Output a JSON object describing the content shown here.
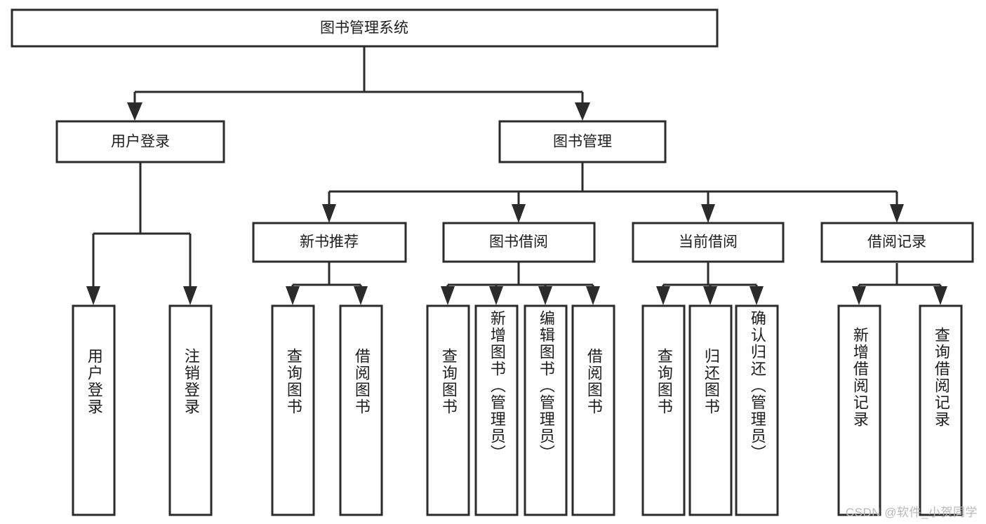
{
  "diagram": {
    "title": "图书管理系统",
    "watermark": "CSDN @软件_小贺同学",
    "colors": {
      "box_stroke": "#2b2b2b",
      "box_fill": "#ffffff",
      "text": "#1d1d1d",
      "background": "#ffffff",
      "watermark": "#b9b9b9"
    },
    "levels": {
      "root": "图书管理系统",
      "level2": [
        "用户登录",
        "图书管理"
      ],
      "level3": [
        "新书推荐",
        "图书借阅",
        "当前借阅",
        "借阅记录"
      ],
      "level4": [
        "用户登录",
        "注销登录",
        "查询图书",
        "借阅图书",
        "查询图书",
        "新增图书（管理员）",
        "编辑图书（管理员）",
        "借阅图书",
        "查询图书",
        "归还图书",
        "确认归还（管理员）",
        "新增借阅记录",
        "查询借阅记录"
      ]
    },
    "nodes": {
      "root": {
        "label": "图书管理系统"
      },
      "user_login": {
        "label": "用户登录"
      },
      "book_manage": {
        "label": "图书管理"
      },
      "new_book_rec": {
        "label": "新书推荐"
      },
      "book_borrow": {
        "label": "图书借阅"
      },
      "current_borrow": {
        "label": "当前借阅"
      },
      "borrow_record": {
        "label": "借阅记录"
      },
      "leaf_user_login": {
        "label": "用户登录"
      },
      "leaf_logout": {
        "label": "注销登录"
      },
      "leaf_query_book_1": {
        "label": "查询图书"
      },
      "leaf_borrow_book_1": {
        "label": "借阅图书"
      },
      "leaf_query_book_2": {
        "label": "查询图书"
      },
      "leaf_add_book": {
        "label": "新增图书（管理员）"
      },
      "leaf_edit_book": {
        "label": "编辑图书（管理员）"
      },
      "leaf_borrow_book_2": {
        "label": "借阅图书"
      },
      "leaf_query_book_3": {
        "label": "查询图书"
      },
      "leaf_return_book": {
        "label": "归还图书"
      },
      "leaf_confirm_return": {
        "label": "确认归还（管理员）"
      },
      "leaf_add_record": {
        "label": "新增借阅记录"
      },
      "leaf_query_record": {
        "label": "查询借阅记录"
      }
    }
  }
}
